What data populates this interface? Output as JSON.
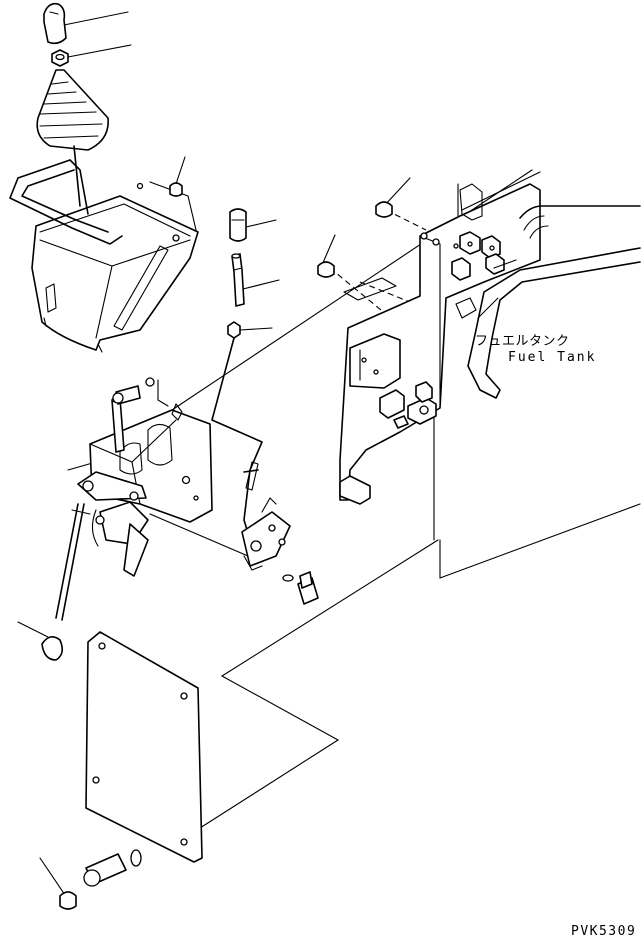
{
  "diagram": {
    "callout_jp": "フュエルタンク",
    "callout_en": "Fuel Tank",
    "figure_code": "PVK5309"
  }
}
